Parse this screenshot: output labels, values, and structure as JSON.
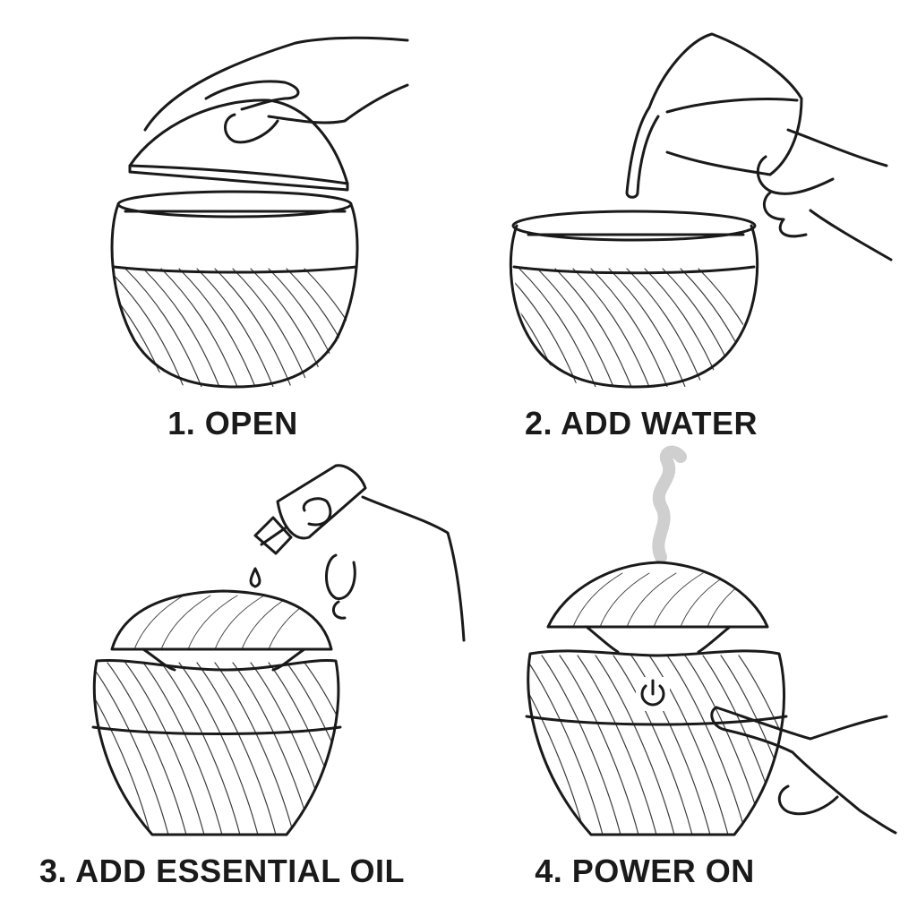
{
  "steps": [
    {
      "number": "1.",
      "label": "1. OPEN",
      "icon": "open-lid-icon"
    },
    {
      "number": "2.",
      "label": "2. ADD WATER",
      "icon": "pour-water-icon"
    },
    {
      "number": "3.",
      "label": "3. ADD ESSENTIAL OIL",
      "icon": "oil-dropper-icon"
    },
    {
      "number": "4.",
      "label": "4. POWER ON",
      "icon": "power-button-icon"
    }
  ],
  "colors": {
    "ink": "#1a1a1a",
    "background": "#ffffff",
    "mist": "#d9d9d9"
  }
}
